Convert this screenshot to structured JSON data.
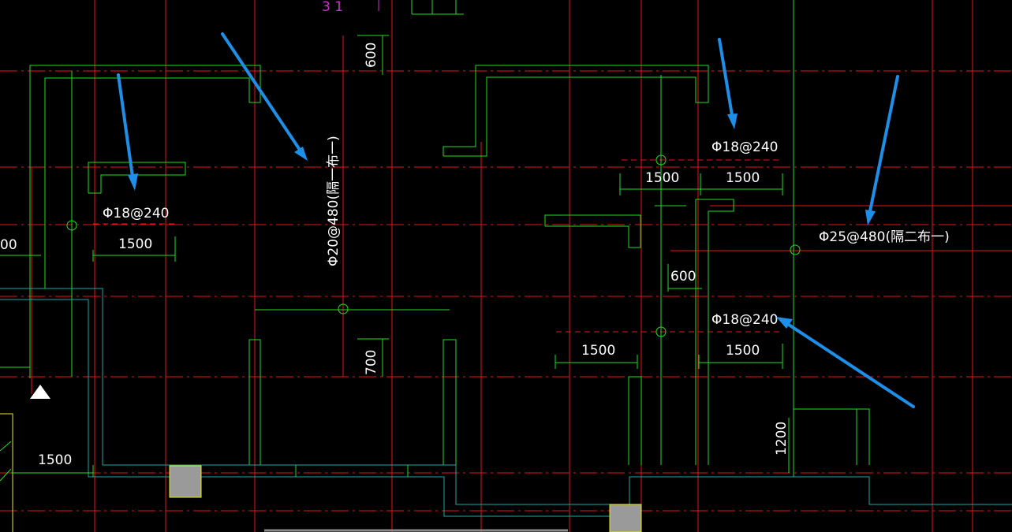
{
  "drawing": {
    "grid_label_top": "3 1",
    "rebar_labels": {
      "left": "Φ18@240",
      "center_vertical": "Φ20@480(隔一布一)",
      "top_right": "Φ18@240",
      "right_mid": "Φ25@480(隔二布一)",
      "right_lower": "Φ18@240"
    },
    "dimensions": {
      "d_left_edge": "00",
      "d_left_1500": "1500",
      "d_top_600": "600",
      "d_mid_700": "700",
      "d_top_right_a": "1500",
      "d_top_right_b": "1500",
      "d_right_600": "600",
      "d_lower_right_a": "1500",
      "d_lower_right_b": "1500",
      "d_right_1200": "1200",
      "d_bottom_left": "1500"
    }
  },
  "colors": {
    "axis": "#e8141b",
    "wall": "#1ee01e",
    "slab_edge": "#1fa6a6",
    "column_fill": "#9a9a9a",
    "column_edge": "#e8e820",
    "text": "#ffffff",
    "grid_bubble": "#cc33cc",
    "annotation_arrow": "#1d8fe8"
  }
}
